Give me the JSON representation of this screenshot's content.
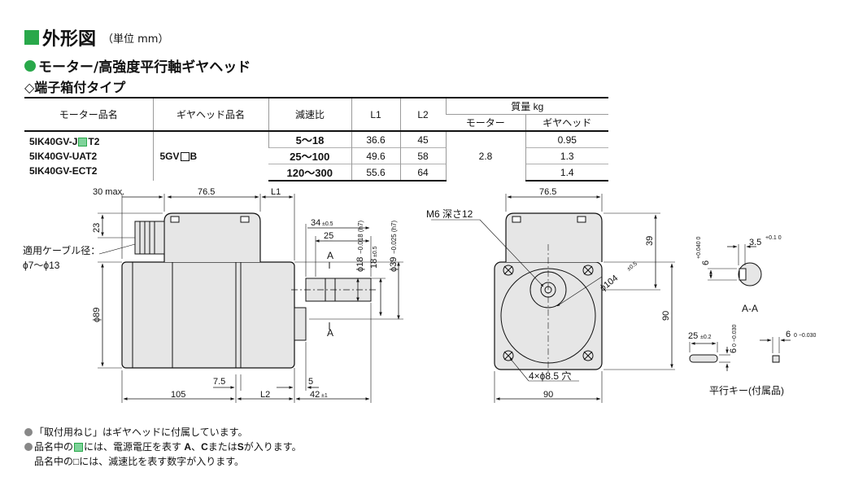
{
  "title": "外形図",
  "unit_note": "（単位 mm）",
  "section": "モーター/高強度平行軸ギヤヘッド",
  "subsection": "◇端子箱付タイプ",
  "table": {
    "headers": {
      "motor_name": "モーター品名",
      "gear_name": "ギヤヘッド品名",
      "ratio": "減速比",
      "l1": "L1",
      "l2": "L2",
      "mass": "質量 kg",
      "mass_motor": "モーター",
      "mass_gear": "ギヤヘッド"
    },
    "motor_models": [
      {
        "prefix": "5IK40GV-J",
        "suffix": "T2"
      },
      {
        "prefix": "5IK40GV-UAT2",
        "suffix": ""
      },
      {
        "prefix": "5IK40GV-ECT2",
        "suffix": ""
      }
    ],
    "gear_model": {
      "prefix": "5GV",
      "suffix": "B"
    },
    "motor_mass": "2.8",
    "rows": [
      {
        "ratio": "5～18",
        "l1": "36.6",
        "l2": "45",
        "gear_mass": "0.95"
      },
      {
        "ratio": "25～100",
        "l1": "49.6",
        "l2": "58",
        "gear_mass": "1.3"
      },
      {
        "ratio": "120～300",
        "l1": "55.6",
        "l2": "64",
        "gear_mass": "1.4"
      }
    ]
  },
  "drawing": {
    "labels": {
      "d_30max": "30 max.",
      "d_76_5a": "76.5",
      "d_l1": "L1",
      "d_23": "23",
      "cable_label": "適用ケーブル径：",
      "cable_range": "ϕ7～ϕ13",
      "d_34": "34",
      "d_34_tol": "±0.5",
      "d_25": "25",
      "d_phi18": "ϕ18",
      "d_phi18_tol": "−0.018 (h7)",
      "d_18": "18",
      "d_18_tol": "±0.5",
      "d_phi39": "ϕ39",
      "d_phi39_tol": "−0.025 (h7)",
      "sec_a1": "A",
      "sec_a2": "A",
      "d_phi89": "ϕ89",
      "d_7_5": "7.5",
      "d_5": "5",
      "d_105": "105",
      "d_l2": "L2",
      "d_42": "42",
      "d_42_tol": "±1",
      "m6": "M6 深さ12",
      "d_76_5b": "76.5",
      "d_39": "39",
      "d_phi104": "ϕ104",
      "d_phi104_tol": "±0.5",
      "d_90v": "90",
      "d_holes": "4×ϕ8.5 穴",
      "d_90h": "90",
      "k_3_5": "3.5",
      "k_3_5_tol": "+0.1 0",
      "k_6": "6",
      "k_6_tol": "+0.040 0",
      "k_aa": "A-A",
      "k_25": "25",
      "k_25_tol": "±0.2",
      "k_6b": "6",
      "k_6b_tol": "0 −0.030",
      "k_6c": "6",
      "k_6c_tol": "0 −0.030",
      "k_caption": "平行キー(付属品)"
    }
  },
  "notes": [
    "「取付用ねじ」はギヤヘッドに付属しています。",
    {
      "pre": "品名中の",
      "mid": "には、電源電圧を表す",
      "a": "A",
      "sep1": "、",
      "c": "C",
      "sep2": "または",
      "s": "S",
      "post": "が入ります。"
    },
    "品名中の□には、減速比を表す数字が入ります。"
  ]
}
